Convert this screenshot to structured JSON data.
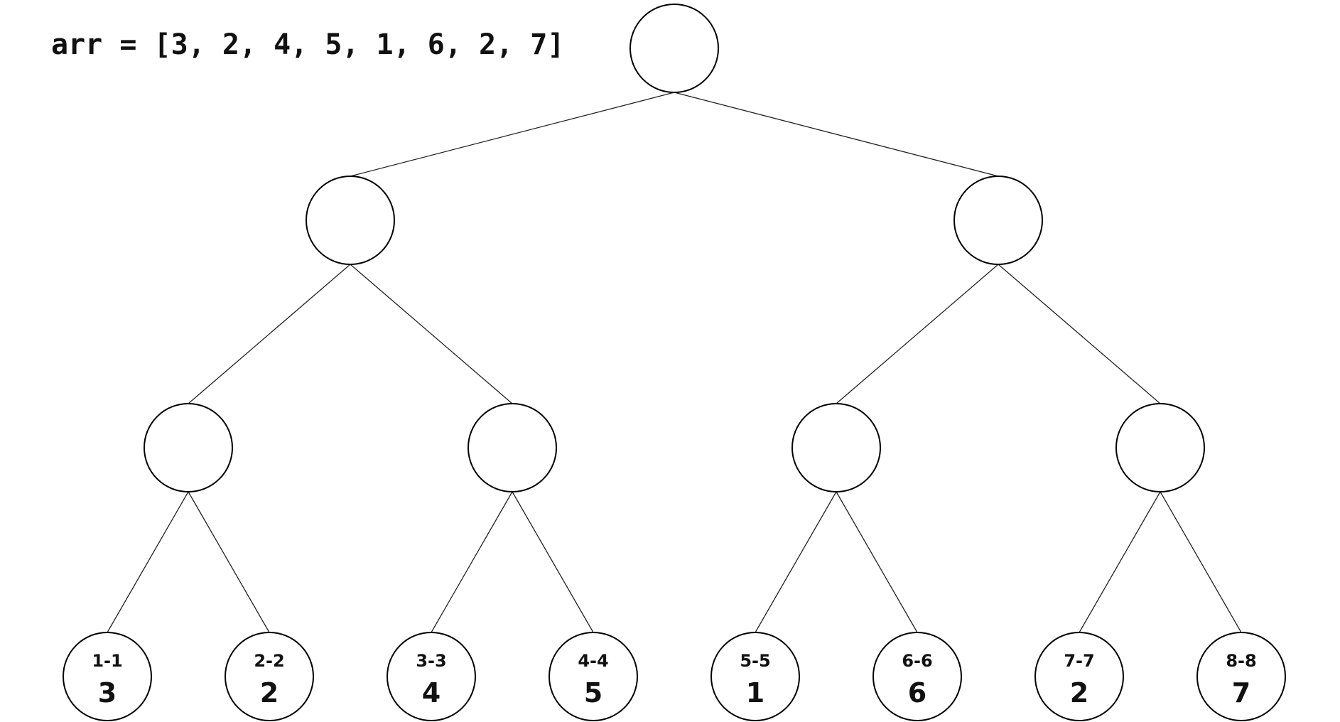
{
  "caption": "arr = [3, 2, 4, 5, 1, 6, 2, 7]",
  "tree": {
    "levels": [
      [
        {
          "range": "",
          "value": ""
        }
      ],
      [
        {
          "range": "",
          "value": ""
        },
        {
          "range": "",
          "value": ""
        }
      ],
      [
        {
          "range": "",
          "value": ""
        },
        {
          "range": "",
          "value": ""
        },
        {
          "range": "",
          "value": ""
        },
        {
          "range": "",
          "value": ""
        }
      ],
      [
        {
          "range": "1-1",
          "value": "3"
        },
        {
          "range": "2-2",
          "value": "2"
        },
        {
          "range": "3-3",
          "value": "4"
        },
        {
          "range": "4-4",
          "value": "5"
        },
        {
          "range": "5-5",
          "value": "1"
        },
        {
          "range": "6-6",
          "value": "6"
        },
        {
          "range": "7-7",
          "value": "2"
        },
        {
          "range": "8-8",
          "value": "7"
        }
      ]
    ]
  }
}
